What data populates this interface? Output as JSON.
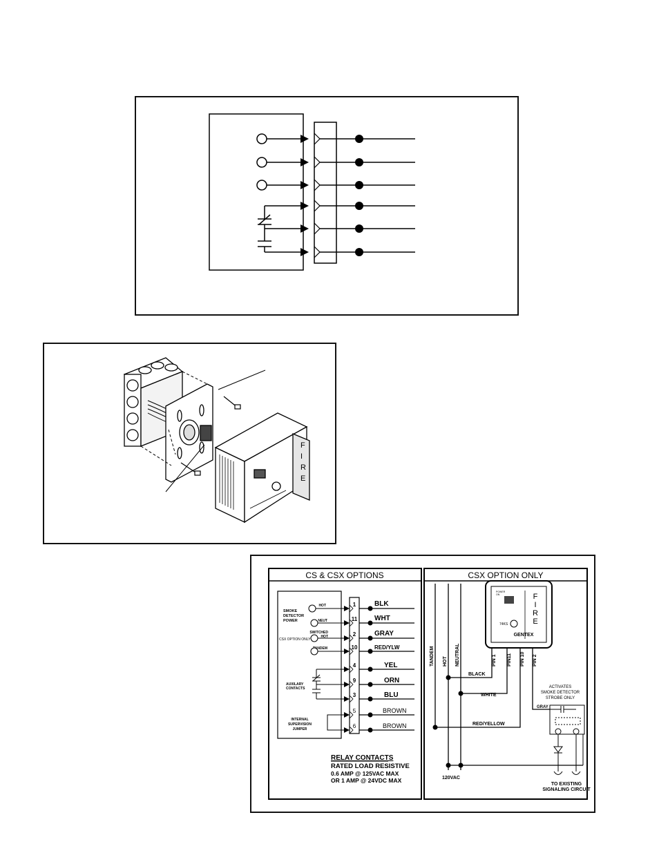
{
  "options_panel": {
    "cs_title": "CS & CSX OPTIONS",
    "csx_title": "CSX OPTION ONLY",
    "left_labels": {
      "smoke_detector_power": [
        "SMOKE",
        "DETECTOR",
        "POWER"
      ],
      "hot": "HOT",
      "neut": "NEUT",
      "switched_hot": [
        "SWITCHED",
        "HOT"
      ],
      "csx_option_only": "CSX OPTION ONLY",
      "tandem": "TANDEM",
      "auxiliary_contacts": [
        "AUXILARY",
        "CONTACTS"
      ],
      "internal_supervision_jumper": [
        "INTERNAL",
        "SUPERVISION",
        "JUMPER"
      ]
    },
    "pins": [
      {
        "num": "1",
        "color": "BLK"
      },
      {
        "num": "11",
        "color": "WHT"
      },
      {
        "num": "2",
        "color": "GRAY"
      },
      {
        "num": "10",
        "color": "RED/YLW"
      },
      {
        "num": "4",
        "color": "YEL"
      },
      {
        "num": "9",
        "color": "ORN"
      },
      {
        "num": "3",
        "color": "BLU"
      },
      {
        "num": "5",
        "color": "BROWN"
      },
      {
        "num": "6",
        "color": "BROWN"
      }
    ],
    "relay_contacts": {
      "title": "RELAY CONTACTS",
      "line1": "RATED LOAD RESISTIVE",
      "line2": "0.6 AMP @ 125VAC MAX",
      "line3": "OR 1 AMP @ 24VDC MAX"
    },
    "csx": {
      "bus_labels": [
        "TANDEM",
        "HOT",
        "NEUTRAL"
      ],
      "pin_labels": [
        "PIN 1",
        "PIN11",
        "PIN 10",
        "PIN 2"
      ],
      "wire_labels": {
        "black": "BLACK",
        "white": "WHITE",
        "red_yellow": "RED/YELLOW",
        "gray": "GRAY"
      },
      "activates": [
        "ACTIVATES",
        "SMOKE DETECTOR",
        "STROBE ONLY"
      ],
      "vac": "120VAC",
      "to_existing": [
        "TO EXISTING",
        "SIGNALING CIRCUIT"
      ],
      "device_fire_letters": [
        "F",
        "I",
        "R",
        "E"
      ],
      "device_brand": "GENTEX",
      "device_model": "74KS",
      "device_power_on": [
        "POWER",
        "ON"
      ]
    }
  },
  "exploded_view": {
    "fire_letters": [
      "F",
      "I",
      "R",
      "E"
    ]
  }
}
